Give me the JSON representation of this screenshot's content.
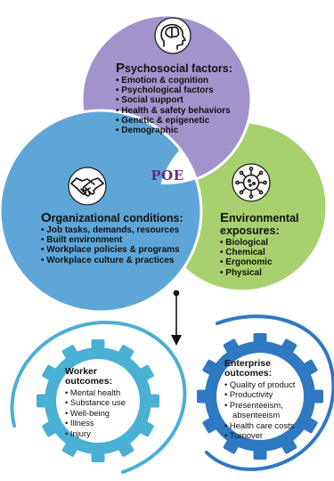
{
  "center_label": "POE",
  "psychosocial": {
    "title_initial": "P",
    "title_rest": "sychosocial factors:",
    "items": [
      "Emotion & cognition",
      "Psychological factors",
      "Social support",
      "Health & safety behaviors",
      "Genetic & epigenetic",
      "Demographic"
    ],
    "color": "#a393cc",
    "icon": "head-brain-icon"
  },
  "organizational": {
    "title_initial": "O",
    "title_rest": "rganizational conditions:",
    "items": [
      "Job tasks, demands, resources",
      "Built environment",
      "Workplace policies & programs",
      "Workplace culture & practices"
    ],
    "color": "#5ea6d8",
    "icon": "handshake-icon"
  },
  "environmental": {
    "title_initial": "E",
    "title_line1_rest": "nvironmental",
    "title_line2": "exposures:",
    "items": [
      "Biological",
      "Chemical",
      "Ergonomic",
      "Physical"
    ],
    "color": "#a7d16e",
    "icon": "virus-icon"
  },
  "worker": {
    "title_line1": "Worker",
    "title_line2": "outcomes:",
    "items": [
      "Mental health",
      "Substance use",
      "Well-being",
      "Illness",
      "Injury"
    ],
    "color": "#4ab0d4"
  },
  "enterprise": {
    "title_line1": "Enterprise",
    "title_line2": "outcomes:",
    "items": [
      "Quality of product",
      "Productivity",
      "Presenteeism,",
      "absenteeism",
      "Health care costs",
      "Turnover"
    ],
    "color": "#2f78c2"
  }
}
